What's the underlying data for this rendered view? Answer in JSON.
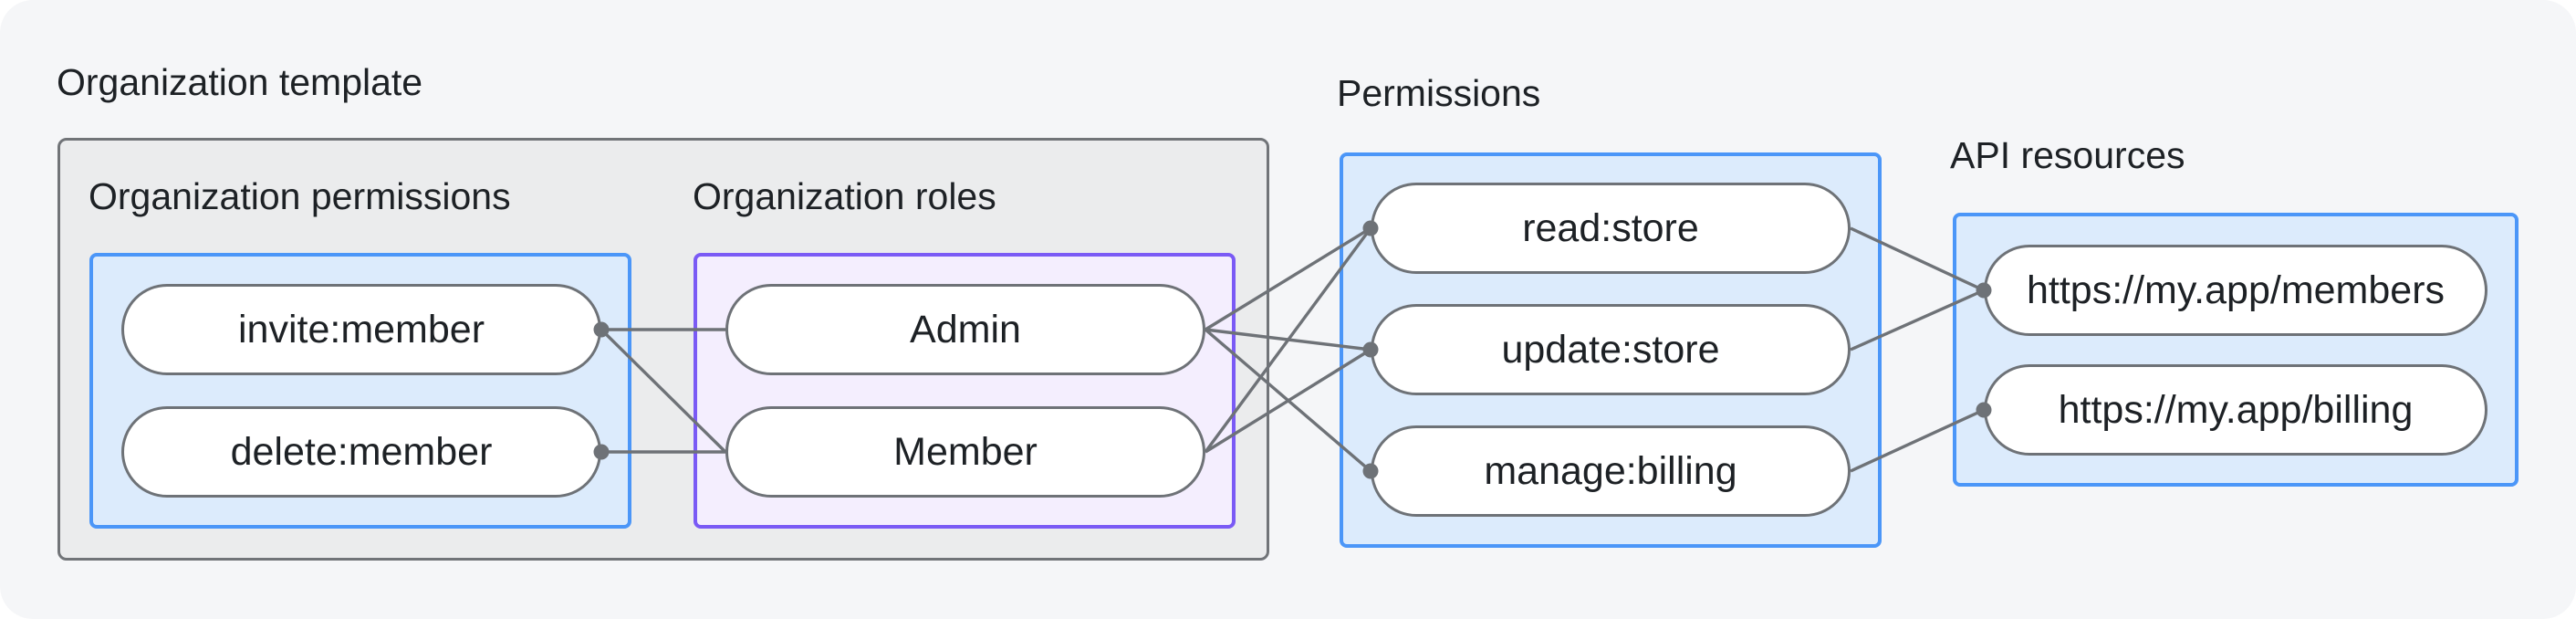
{
  "sections": {
    "template": {
      "label": "Organization template"
    },
    "org_permissions": {
      "label": "Organization permissions"
    },
    "org_roles": {
      "label": "Organization roles"
    },
    "permissions": {
      "label": "Permissions"
    },
    "api_resources": {
      "label": "API resources"
    }
  },
  "nodes": {
    "invite": {
      "label": "invite:member"
    },
    "delete": {
      "label": "delete:member"
    },
    "admin": {
      "label": "Admin"
    },
    "member": {
      "label": "Member"
    },
    "read": {
      "label": "read:store"
    },
    "update": {
      "label": "update:store"
    },
    "manage": {
      "label": "manage:billing"
    },
    "members_api": {
      "label": "https://my.app/members"
    },
    "billing_api": {
      "label": "https://my.app/billing"
    }
  },
  "edges": [
    {
      "from": "invite",
      "to": "admin"
    },
    {
      "from": "invite",
      "to": "member"
    },
    {
      "from": "delete",
      "to": "member"
    },
    {
      "from": "admin",
      "to": "read"
    },
    {
      "from": "admin",
      "to": "update"
    },
    {
      "from": "admin",
      "to": "manage"
    },
    {
      "from": "member",
      "to": "read"
    },
    {
      "from": "member",
      "to": "update"
    },
    {
      "from": "read",
      "to": "members_api"
    },
    {
      "from": "update",
      "to": "members_api"
    },
    {
      "from": "manage",
      "to": "billing_api"
    }
  ],
  "dots": [
    "invite.right",
    "delete.right",
    "read.left",
    "update.left",
    "manage.left",
    "members_api.left",
    "billing_api.left"
  ],
  "colors": {
    "page_bg": "#f5f6f8",
    "gray_fill": "#ebeced",
    "gray_border": "#717478",
    "blue_fill": "#dcebfc",
    "blue_border": "#4b96f8",
    "purple_fill": "#f4eefe",
    "purple_border": "#7a5af5",
    "pill_border": "#6e7277",
    "connector": "#6e7277",
    "text": "#1d2125"
  }
}
